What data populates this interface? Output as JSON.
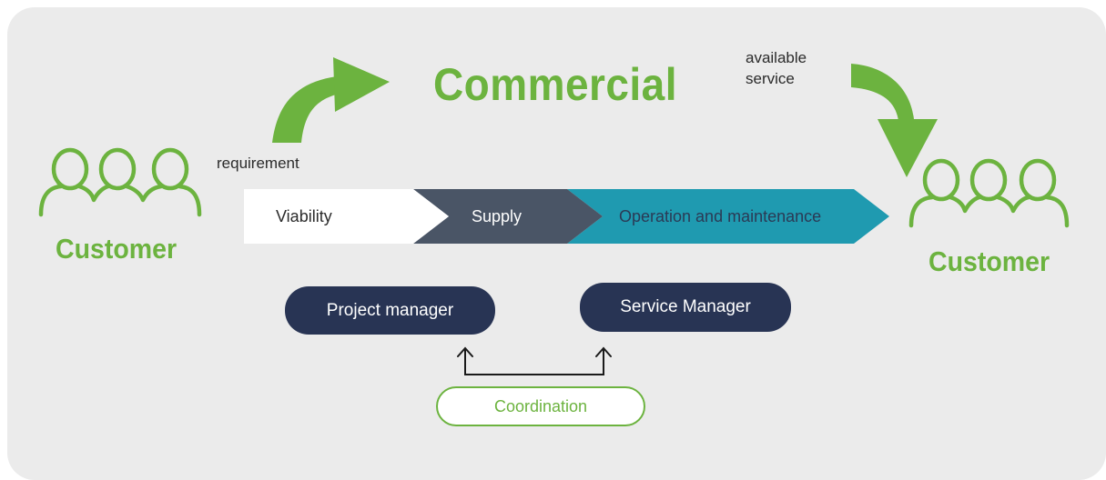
{
  "diagram": {
    "title": "Commercial",
    "customer_left_label": "Customer",
    "customer_right_label": "Customer",
    "requirement_label": "requirement",
    "available_service_label": "available service",
    "stages": [
      {
        "label": "Viability"
      },
      {
        "label": "Supply"
      },
      {
        "label": "Operation and maintenance"
      }
    ],
    "roles": {
      "project_manager": "Project manager",
      "service_manager": "Service Manager"
    },
    "coordination_label": "Coordination"
  },
  "colors": {
    "accent_green": "#6cb33f",
    "panel_gray": "#ebebeb",
    "stage_viability": "#ffffff",
    "stage_supply": "#4a5566",
    "stage_operation": "#1f9ab0",
    "role_navy": "#283454"
  },
  "icons": {
    "customer_group": "people-group-icon",
    "requirement_arrow": "curved-arrow-up-right-icon",
    "service_arrow": "curved-arrow-down-icon",
    "link_arrow": "up-arrow-icon"
  }
}
